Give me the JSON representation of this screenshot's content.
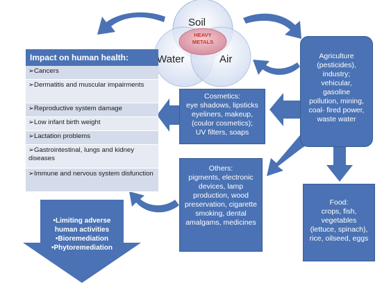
{
  "venn": {
    "soil": "Soil",
    "water": "Water",
    "air": "Air",
    "heavy_metals_line1": "HEAVY",
    "heavy_metals_line2": "METALS"
  },
  "health": {
    "title": "Impact on human health:",
    "items": [
      "➢Cancers",
      "➢Dermatitis and muscular impairments",
      "➢Reproductive system damage",
      "➢Low infant birth weight",
      "➢Lactation problems",
      "➢Gastrointestinal, lungs and kidney diseases",
      "➢Immune and nervous system disfunction"
    ]
  },
  "sources": {
    "lines": [
      "Agriculture",
      "(pesticides),",
      "industry;",
      "vehicular,",
      "gasoline",
      "pollution, mining,",
      "coal- fired power,",
      "waste water"
    ]
  },
  "cosmetics": {
    "lines": [
      "Cosmetics:",
      "eye shadows, lipsticks",
      "eyeliners, makeup,",
      "(coulor cosmetics);",
      "UV filters, soaps"
    ]
  },
  "others": {
    "lines": [
      "Others:",
      "pigments, electronic",
      "devices, lamp",
      "production, wood",
      "preservation, cigarette",
      "smoking, dental",
      "amalgams, medicines"
    ]
  },
  "food": {
    "lines": [
      "Food:",
      "crops, fish,",
      "vegetables",
      "(lettuce, spinach),",
      "rice, oilseed, eggs"
    ]
  },
  "remediation": {
    "lines": [
      "•Limiting adverse",
      "human activities",
      "•Bioremediation",
      "•Phytoremediation"
    ]
  },
  "colors": {
    "box_blue": "#4a72b4",
    "arrow_blue": "#4a72b4",
    "heavy_metals_red": "#c0392b"
  }
}
